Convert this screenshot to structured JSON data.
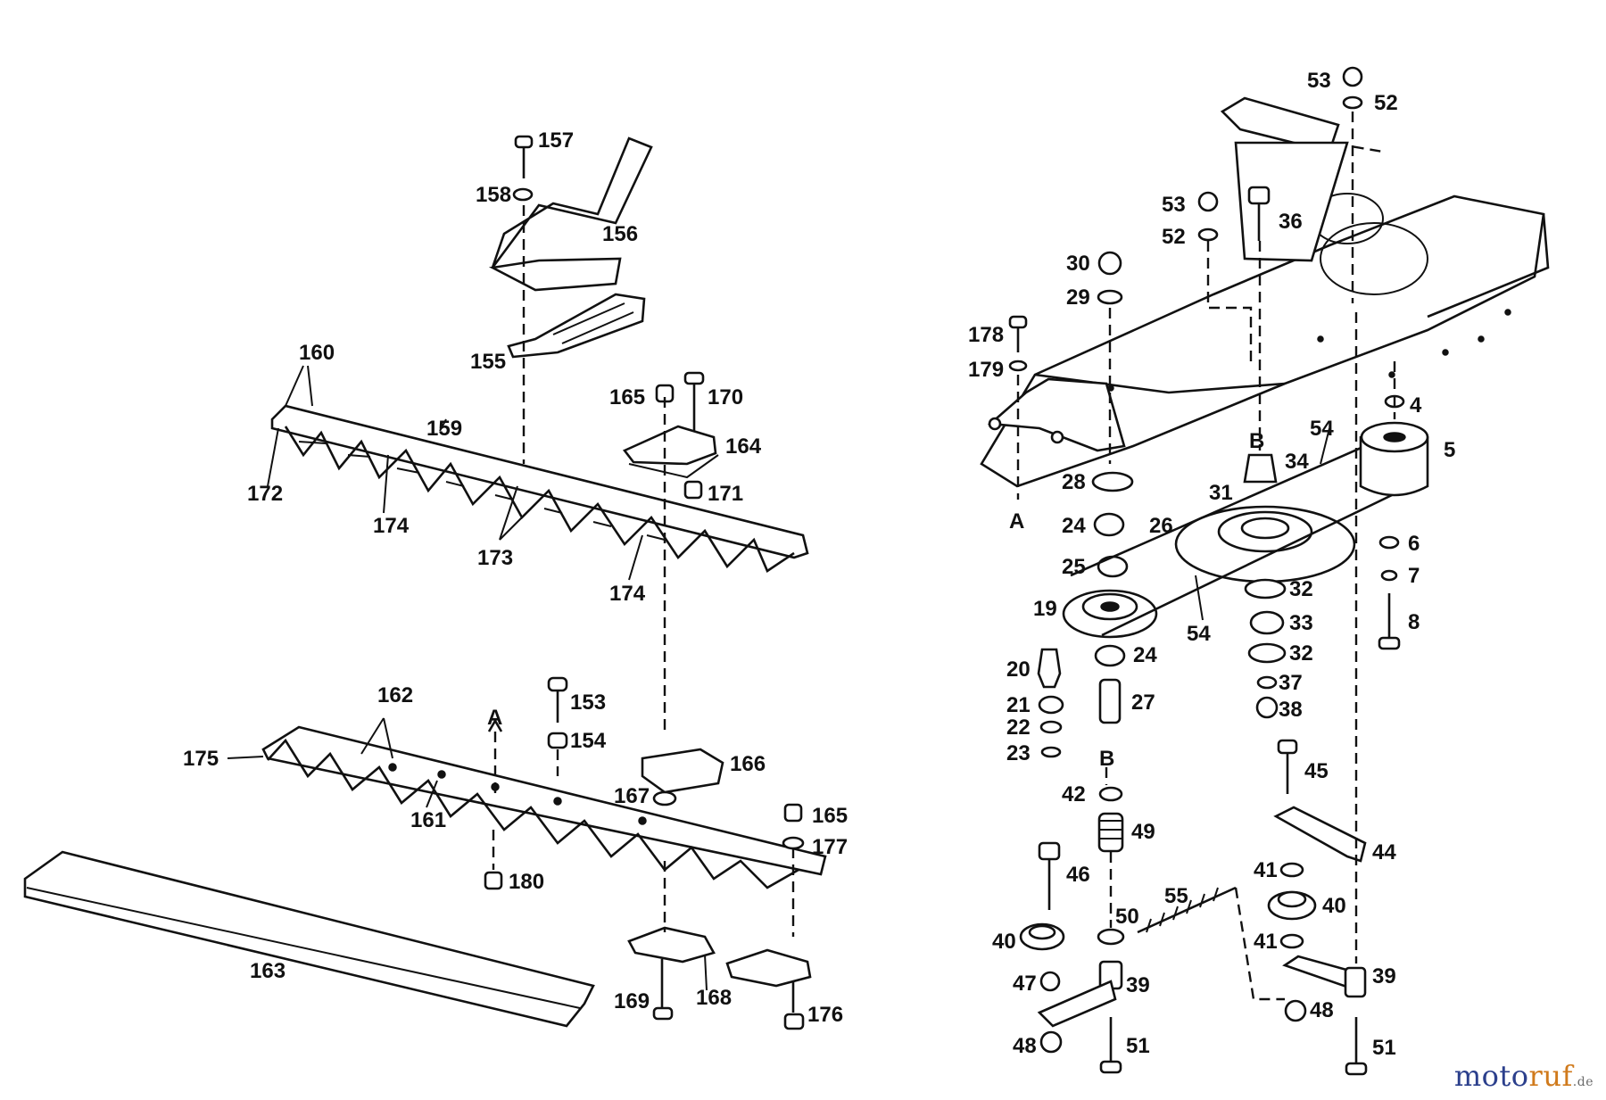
{
  "diagram": {
    "part_labels": [
      "157",
      "158",
      "156",
      "155",
      "160",
      "159",
      "172",
      "174",
      "173",
      "165",
      "170",
      "164",
      "171",
      "162",
      "175",
      "161",
      "153",
      "154",
      "166",
      "167",
      "165",
      "177",
      "180",
      "163",
      "169",
      "168",
      "176",
      "53",
      "52",
      "36",
      "30",
      "29",
      "178",
      "179",
      "28",
      "24",
      "26",
      "25",
      "19",
      "20",
      "21",
      "22",
      "23",
      "54",
      "31",
      "34",
      "4",
      "5",
      "6",
      "7",
      "8",
      "32",
      "33",
      "37",
      "38",
      "27",
      "42",
      "49",
      "46",
      "40",
      "47",
      "48",
      "50",
      "39",
      "51",
      "55",
      "45",
      "44",
      "41",
      "A",
      "B"
    ],
    "markers": {
      "a": "A",
      "b": "B"
    }
  },
  "watermark": {
    "main": "moto",
    "accent": "ruf",
    "suffix": ".de"
  },
  "colors": {
    "line": "#111111",
    "brand_blue": "#2b3f8c",
    "brand_orange": "#d07a1c"
  }
}
